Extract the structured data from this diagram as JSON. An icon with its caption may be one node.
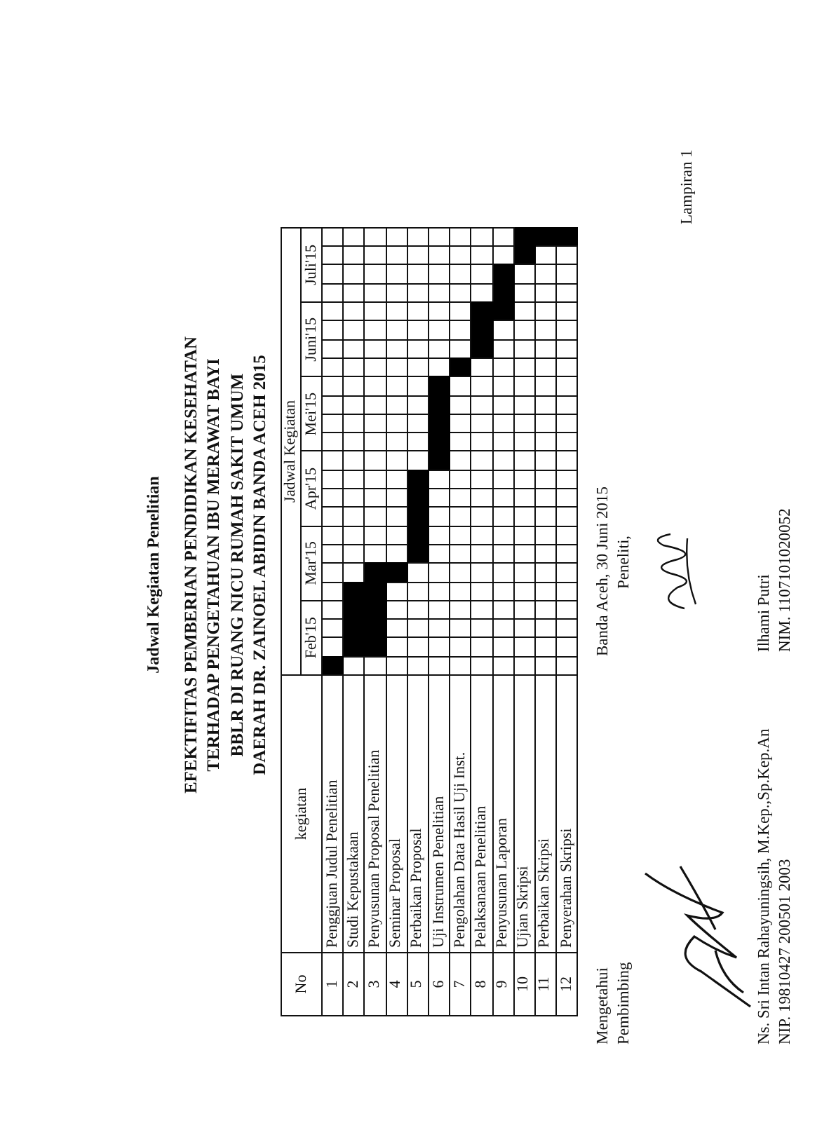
{
  "diagram": {
    "title": "Jadwal Kegiatan Penelitian",
    "nodes": [
      {
        "text": [],
        "shape": "bar"
      },
      {
        "text": [],
        "shape": "bar"
      },
      {
        "text": [],
        "shape": "bar"
      },
      {
        "text": [],
        "shape": "bar"
      },
      {
        "text": [],
        "shape": "bar"
      },
      {
        "text": [],
        "shape": "bar"
      },
      {
        "text": [],
        "shape": "bar"
      },
      {
        "text": [],
        "shape": "bar"
      },
      {
        "text": [],
        "shape": "bar"
      },
      {
        "text": [],
        "shape": "bar"
      },
      {
        "text": [],
        "shape": "bar"
      },
      {
        "text": [],
        "shape": "bar"
      }
    ],
    "labels": [
      "Lampiran 1",
      "EFEKTIFITAS PEMBERIAN PENDIDIKAN KESEHATAN TERHADAP PENGETAHUAN IBU MERAWAT BAYI BBLR DI RUANG NICU RUMAH SAKIT UMUM DAERAH DR. ZAINOEL ABIDIN BANDA ACEH 2015",
      "No",
      "kegiatan",
      "Jadwal Kegiatan",
      "Feb'15",
      "Mar'15",
      "Apr'15",
      "Mei'15",
      "Juni'15",
      "Juli'15",
      "1",
      "Penggjuan Judul Penelitian",
      "2",
      "Studi Kepustakaan",
      "3",
      "Penyusunan Proposal Penelitian",
      "4",
      "Seminar Proposal",
      "5",
      "Perbaikan Proposal",
      "6",
      "Uji Instrumen Penelitian",
      "7",
      "Pengolahan Data Hasil Uji Inst.",
      "8",
      "Pelaksanaan Penelitian",
      "9",
      "Penyusunan Laporan",
      "10",
      "Ujian Skripsi",
      "11",
      "Perbaikan Skripsi",
      "12",
      "Penyerahan Skripsi",
      "Mengetahui",
      "Pembimbing",
      "Ns. Sri Intan Rahayuningsih, M.Kep.,Sp.Kep.An",
      "NIP. 19810427 200501 2003",
      "Banda Aceh, 30 Juni 2015",
      "Peneliti,",
      "Ilhami Putri",
      "NIM. 1107101020052"
    ]
  }
}
